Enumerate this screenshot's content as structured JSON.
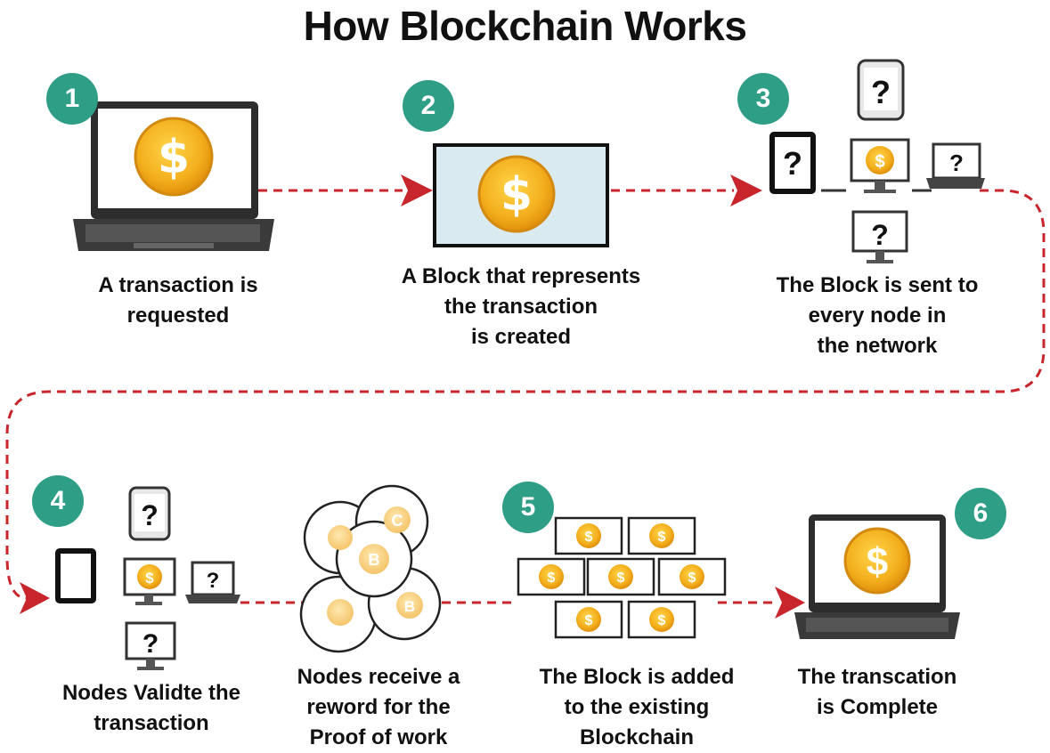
{
  "title": "How Blockchain Works",
  "colors": {
    "step_badge": "#2f9e86",
    "connector": "#c8262c",
    "coin": "#f3ae1c",
    "block_fill": "#d9ebf1"
  },
  "steps": [
    {
      "number": "1",
      "icon": "laptop-coin-icon",
      "caption": [
        "A transaction is",
        "requested"
      ]
    },
    {
      "number": "2",
      "icon": "block-coin-icon",
      "caption": [
        "A Block that represents",
        "the transaction",
        "is created"
      ]
    },
    {
      "number": "3",
      "icon": "network-nodes-icon",
      "caption": [
        "The Block is sent to",
        "every node in",
        "the network"
      ]
    },
    {
      "number": "4",
      "icon": "network-nodes-icon",
      "caption": [
        "Nodes Validte the",
        "transaction"
      ]
    },
    {
      "number": "",
      "icon": "coins-reward-icon",
      "caption": [
        "Nodes receive a",
        "reword for the",
        "Proof of work"
      ]
    },
    {
      "number": "5",
      "icon": "blockchain-blocks-icon",
      "caption": [
        "The Block is added",
        "to the existing",
        "Blockchain"
      ]
    },
    {
      "number": "6",
      "icon": "laptop-coin-icon",
      "caption": [
        "The transcation",
        "is Complete"
      ]
    }
  ],
  "glyphs": {
    "dollar": "$",
    "unknown": "?",
    "bitcoin": "B",
    "coin_c": "C"
  }
}
